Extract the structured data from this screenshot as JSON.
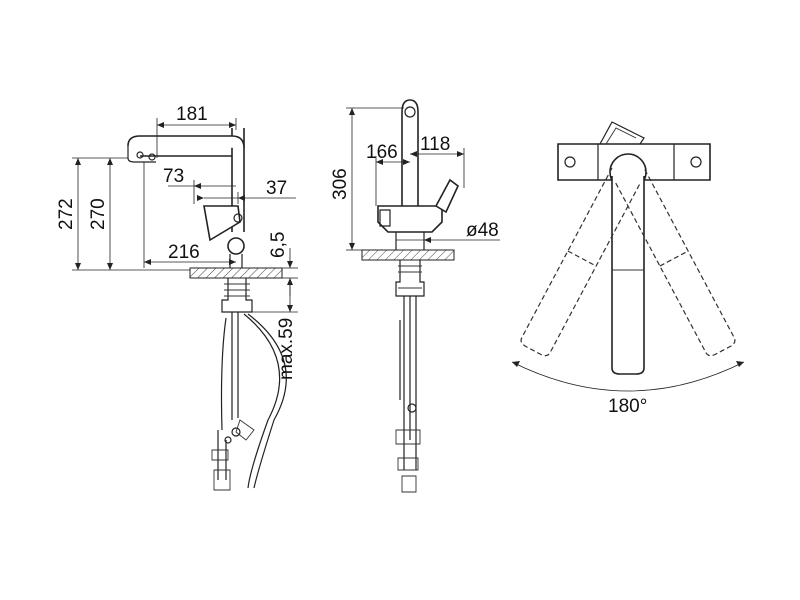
{
  "side_view": {
    "dim_reach": "181",
    "dim_total_height": "272",
    "dim_spout_height": "270",
    "dim_73": "73",
    "dim_37": "37",
    "dim_spout_projection": "216",
    "dim_deck_thickness": "6,5",
    "dim_max_deck": "max.59"
  },
  "front_view": {
    "dim_height": "306",
    "dim_166": "166",
    "dim_118": "118",
    "dim_base_diameter": "ø48"
  },
  "top_view": {
    "swivel_angle": "180°"
  }
}
